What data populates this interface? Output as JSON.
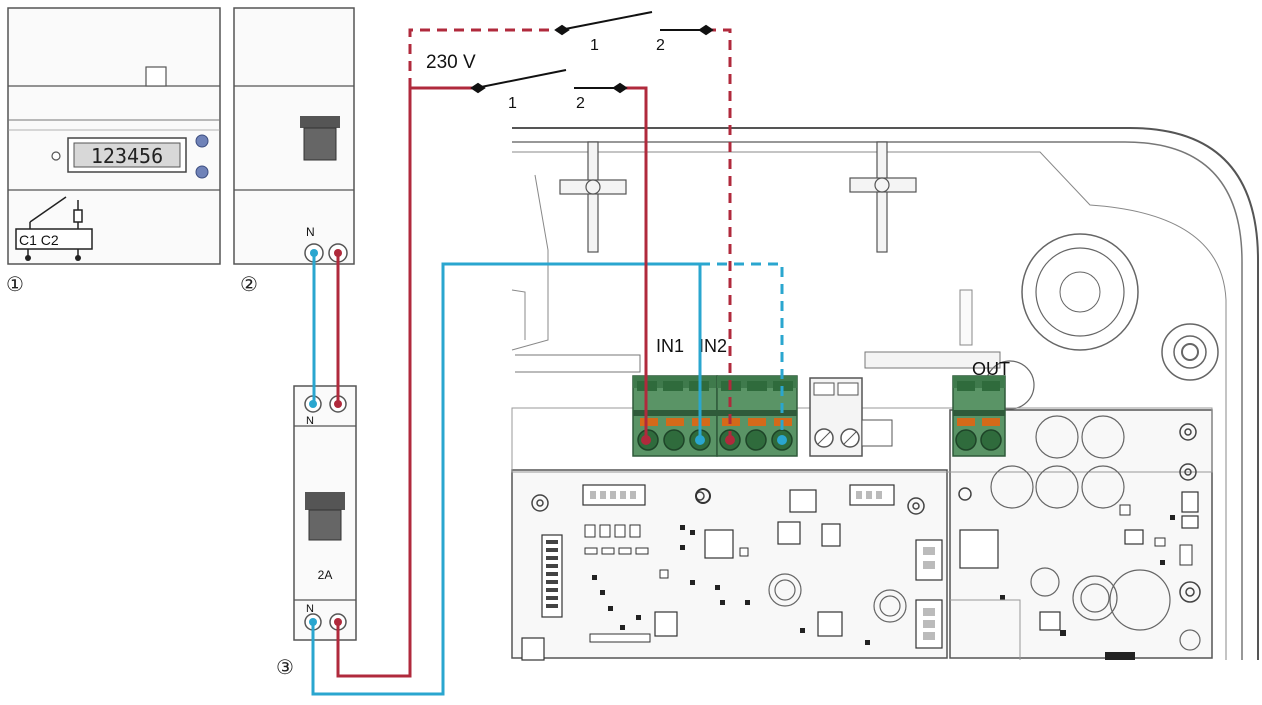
{
  "colors": {
    "phase": "#b02a3c",
    "neutral": "#2aa6cf",
    "outline": "#444444",
    "board": "#f7f7f7",
    "terminal_green": "#4e8a5a",
    "terminal_green_dark": "#2f6b3c",
    "terminal_orange": "#d46a1a",
    "callout_blue": "#6f82b8"
  },
  "labels": {
    "voltage": "230 V",
    "switch_top_pos1": "1",
    "switch_top_pos2": "2",
    "switch_bottom_pos1": "1",
    "switch_bottom_pos2": "2",
    "in1": "IN1",
    "in2": "IN2",
    "out": "OUT"
  },
  "meter": {
    "callout": "①",
    "display": "123456",
    "contacts": "C1 C2"
  },
  "contactor": {
    "callout": "②",
    "neutral_marker": "N"
  },
  "breaker": {
    "callout": "③",
    "top_marker": "N",
    "bottom_marker": "N",
    "rating": "2A"
  }
}
